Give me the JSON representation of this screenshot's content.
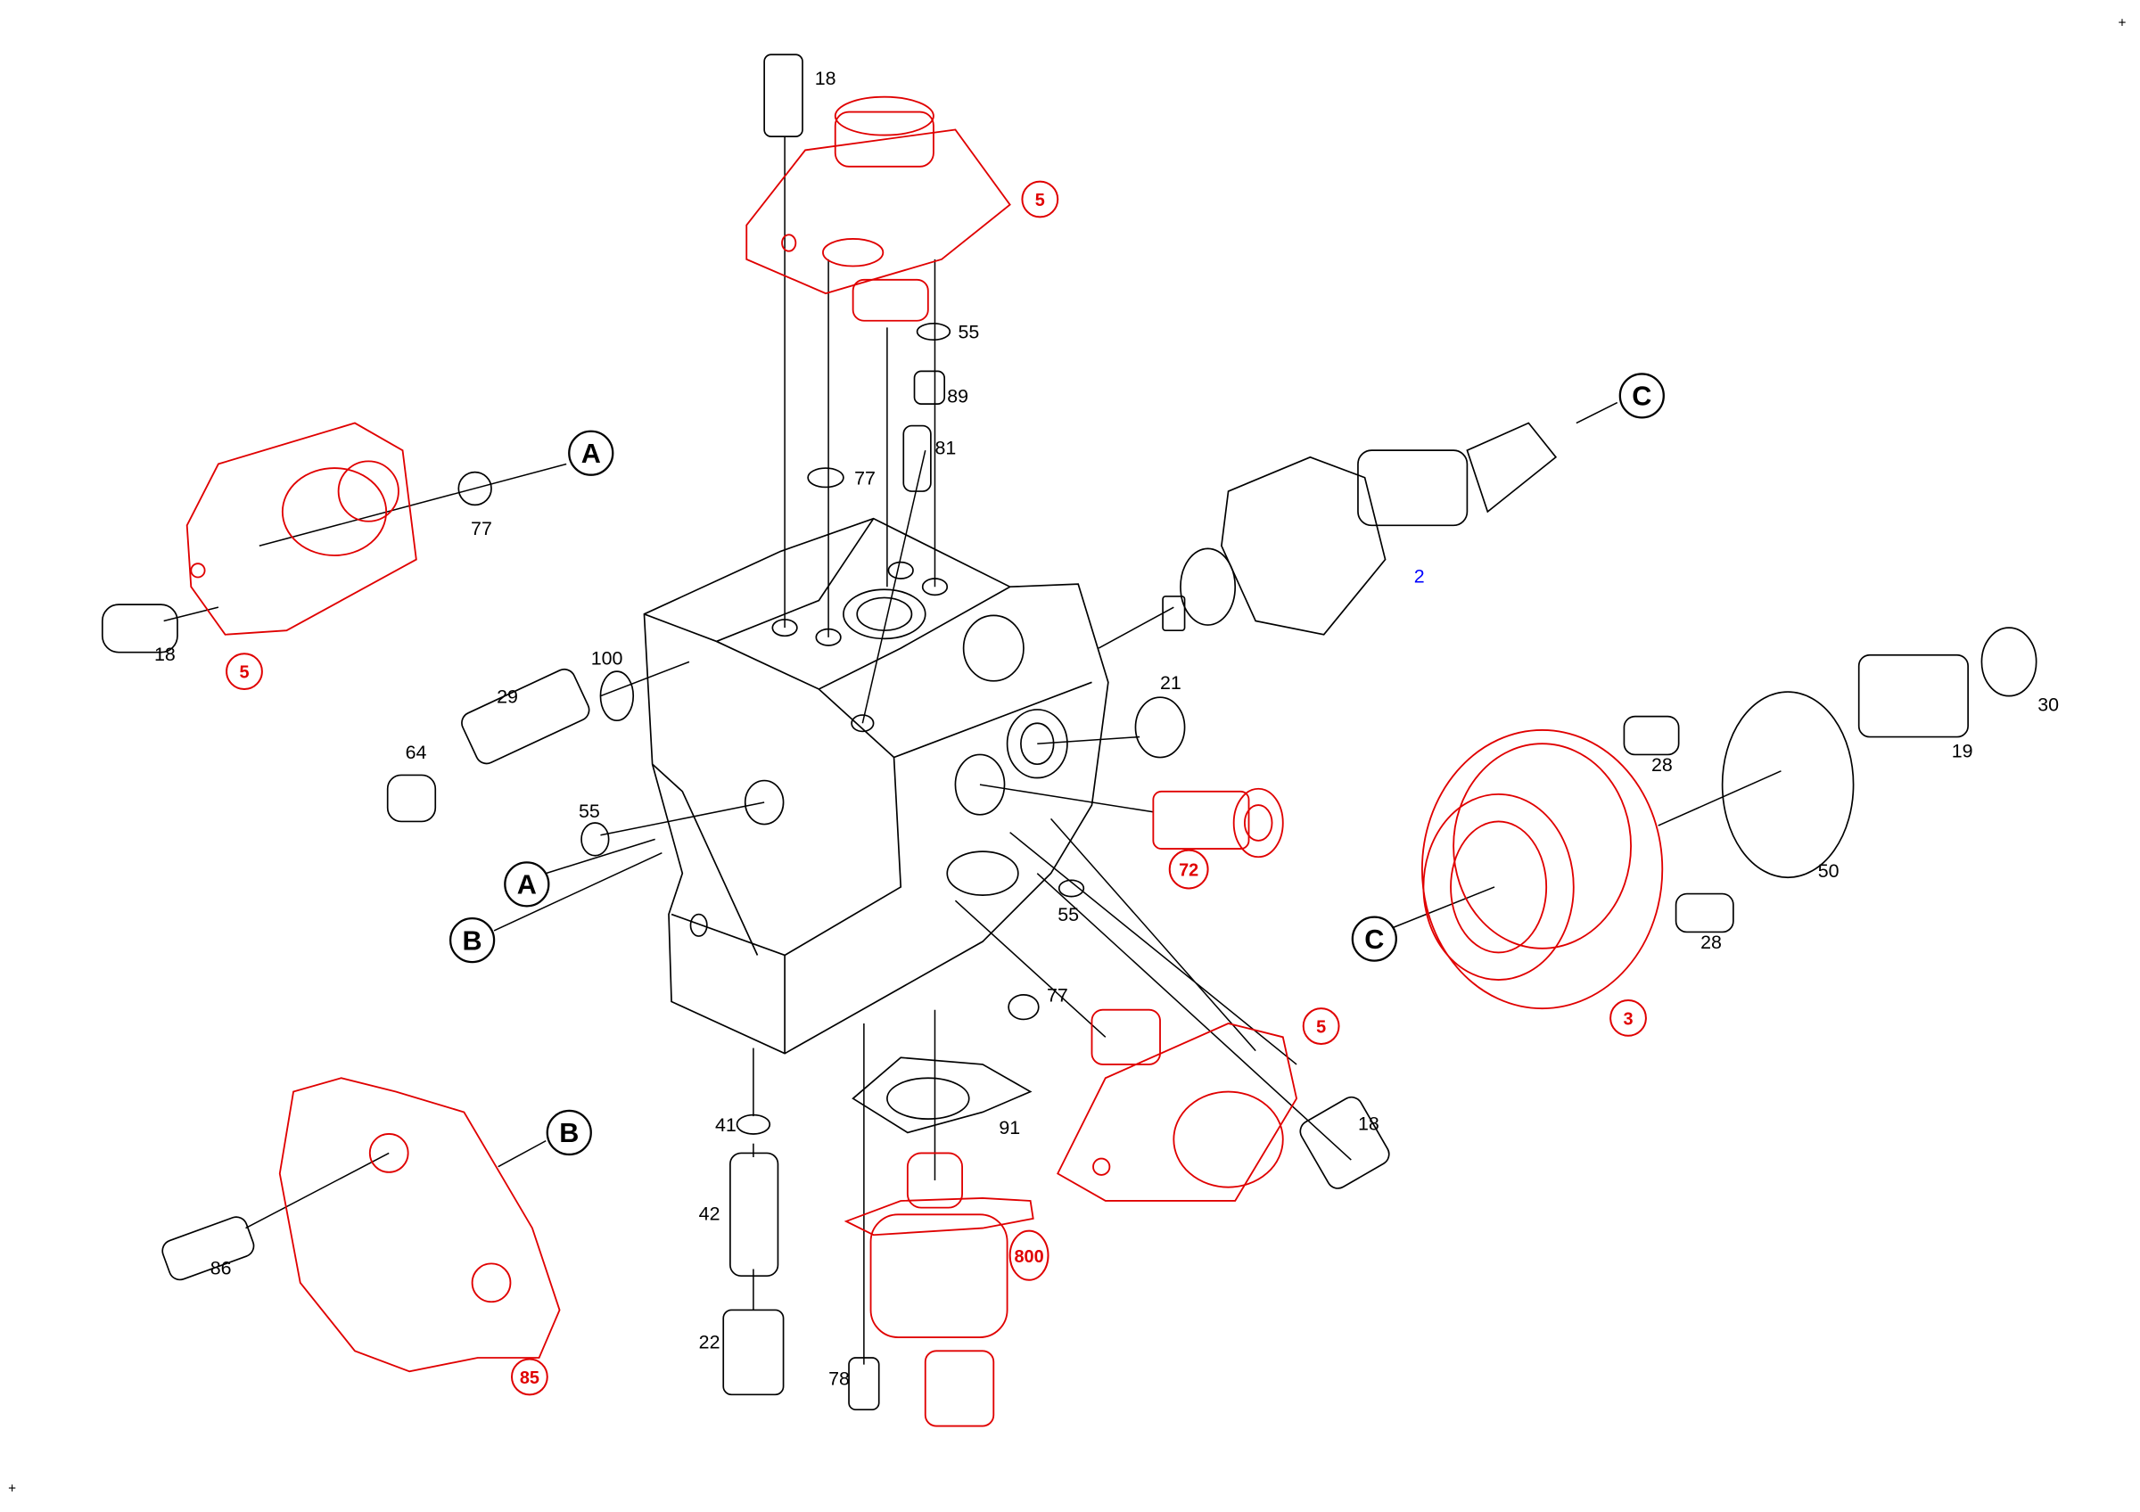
{
  "diagram": {
    "colors": {
      "new_parts": "#e00000",
      "parts": "#000000",
      "reference": "#0000ff"
    },
    "part_labels": [
      "18",
      "55",
      "89",
      "81",
      "77",
      "77",
      "18",
      "100",
      "29",
      "64",
      "21",
      "55",
      "55",
      "77",
      "28",
      "30",
      "19",
      "50",
      "28",
      "41",
      "91",
      "18",
      "42",
      "86",
      "22",
      "78"
    ],
    "red_callouts": [
      "5",
      "5",
      "72",
      "5",
      "3",
      "800",
      "85"
    ],
    "letter_callouts": [
      "A",
      "C",
      "A",
      "B",
      "C",
      "B"
    ],
    "reference_label": "2",
    "corner_marks": [
      "+",
      "+"
    ]
  }
}
